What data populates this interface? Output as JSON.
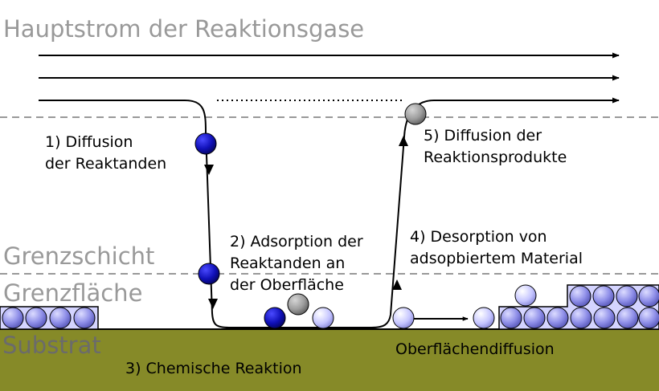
{
  "regions": {
    "main_flow": "Hauptstrom der Reaktionsgase",
    "boundary_layer": "Grenzschicht",
    "interface": "Grenzfläche",
    "substrate": "Substrat"
  },
  "steps": {
    "step1": [
      "1) Diffusion",
      "der Reaktanden"
    ],
    "step2": [
      "2) Adsorption der",
      "Reaktanden an",
      "der Oberfläche"
    ],
    "step3": "3) Chemische Reaktion",
    "step4": [
      "4) Desorption von",
      "adsopbiertem Material"
    ],
    "step5": [
      "5) Diffusion der",
      "Reaktionsprodukte"
    ],
    "surface_diffusion": "Oberflächendiffusion"
  },
  "colors": {
    "substrate": "#868a28",
    "reactant": "#1616b0",
    "product": "#9a9a9a",
    "film": "#8a8ae6",
    "film_light": "#c0c0ff",
    "background": "#ffffff"
  }
}
